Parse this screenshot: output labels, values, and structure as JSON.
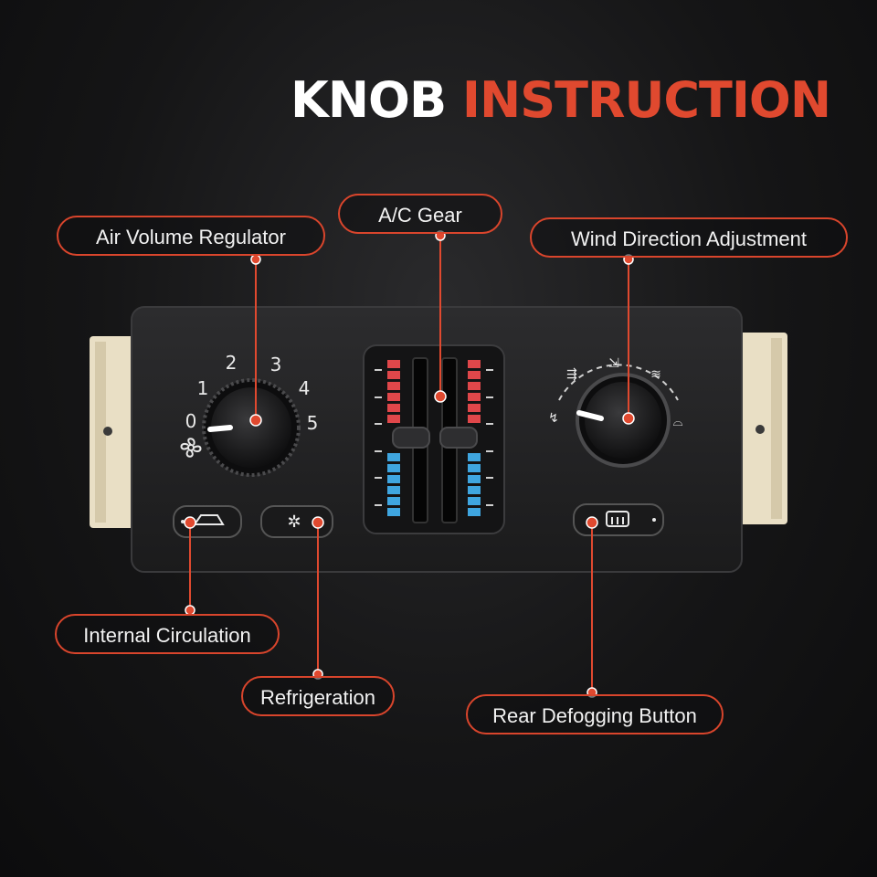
{
  "title": {
    "part1": "KNOB",
    "part2": "INSTRUCTION"
  },
  "callouts": {
    "air_volume": "Air Volume Regulator",
    "ac_gear": "A/C Gear",
    "wind_direction": "Wind Direction Adjustment",
    "internal_circulation": "Internal Circulation",
    "refrigeration": "Refrigeration",
    "rear_defogging": "Rear Defogging Button"
  },
  "fan_speeds": [
    "0",
    "1",
    "2",
    "3",
    "4",
    "5"
  ],
  "colors": {
    "accent": "#e0492f",
    "hot": "#e0474a",
    "cold": "#3fa6e0",
    "panel": "#232325"
  }
}
